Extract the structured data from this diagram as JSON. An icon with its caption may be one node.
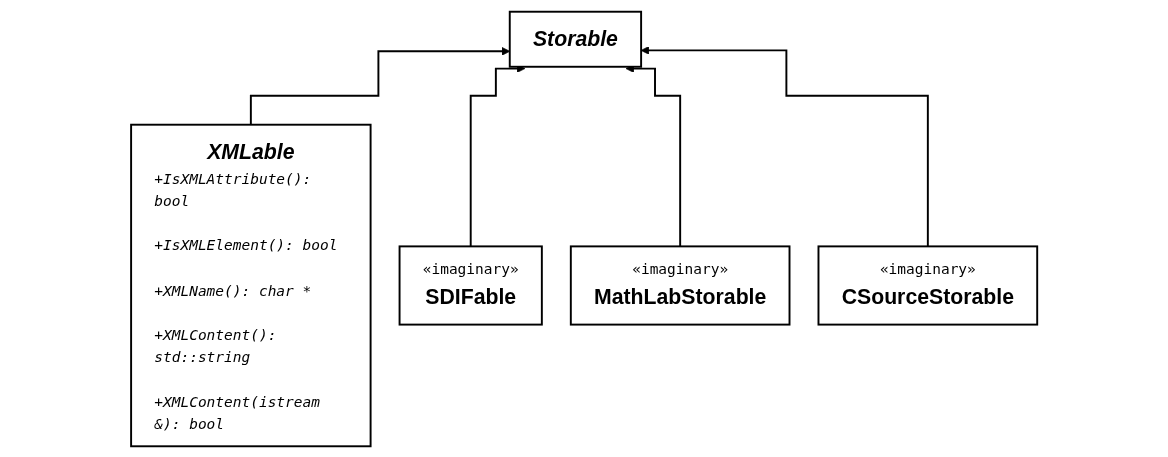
{
  "diagram": {
    "nodes": [
      {
        "text": [
          "Storable"
        ]
      },
      {
        "text": [
          "XMLable",
          "+IsXMLAttribute(): bool",
          "+IsXMLElement(): bool",
          "+XMLName(): char *",
          "+XMLContent(): std::string",
          "+XMLContent(istream &): bool"
        ]
      },
      {
        "text": [
          "«imaginary»",
          "SDIFable"
        ]
      },
      {
        "text": [
          "«imaginary»",
          "CSourceStorable"
        ]
      },
      {
        "text": [
          "«imaginary»",
          "MathLabStorable"
        ]
      }
    ],
    "edges": [
      {
        "from": 1,
        "to": 0,
        "arrow": "to"
      },
      {
        "from": 2,
        "to": 0,
        "arrow": "to"
      },
      {
        "from": 4,
        "to": 0,
        "arrow": "to"
      },
      {
        "from": 3,
        "to": 0,
        "arrow": "to"
      }
    ]
  }
}
